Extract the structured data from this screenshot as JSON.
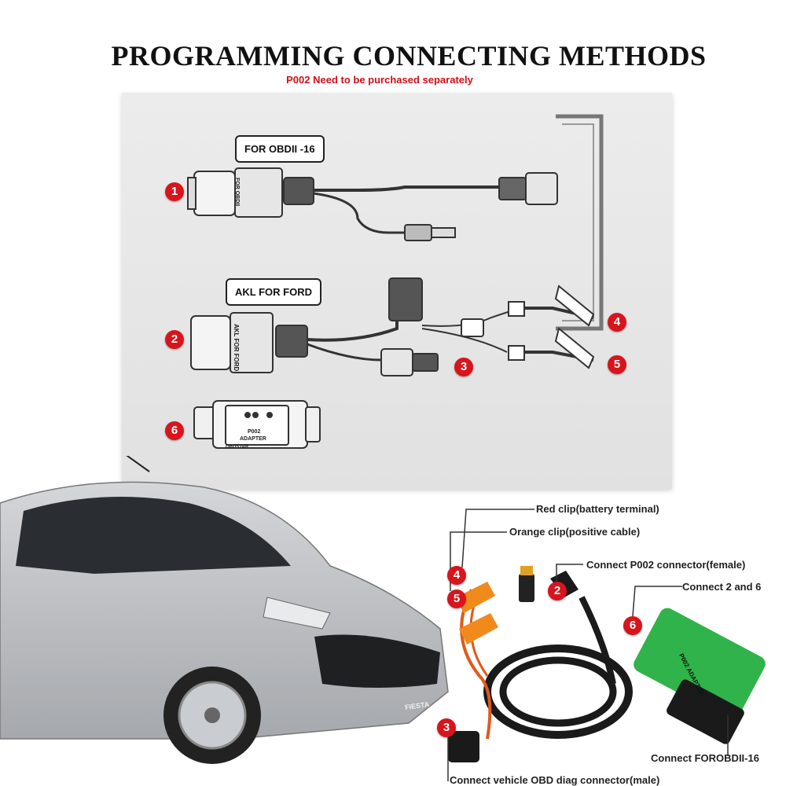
{
  "header": {
    "title": "PROGRAMMING CONNECTING METHODS",
    "subtitle": "P002 Need to be purchased separately"
  },
  "diagram": {
    "callouts": {
      "obdii": "FOR OBDII -16",
      "akl": "AKL FOR FORD"
    },
    "connector_text": {
      "obdii_side": "FOR OBDII",
      "akl_side": "AKL FOR FORD",
      "adapter_name": "P002",
      "adapter_sub": "ADAPTER",
      "brand": "OBDSTAR"
    },
    "badges": {
      "b1": "1",
      "b2": "2",
      "b3": "3",
      "b4": "4",
      "b5": "5",
      "b6": "6"
    }
  },
  "photo": {
    "car_badge": "FIESTA",
    "adapter_text": "P002 ADAPTER",
    "labels": {
      "red_clip": "Red clip(battery terminal)",
      "orange_clip": "Orange clip(positive cable)",
      "p002_connector": "Connect P002 connector(female)",
      "connect_2_6": "Connect 2 and 6",
      "connect_obdii": "Connect FOROBDII-16",
      "connect_vehicle": "Connect vehicle OBD diag connector(male)"
    },
    "badges": {
      "b4": "4",
      "b5": "5",
      "b2": "2",
      "b6": "6",
      "b3": "3"
    }
  },
  "colors": {
    "badge": "#d8141c",
    "adapter_green": "#2fb34a",
    "car_silver": "#b9bcc0",
    "clip_orange": "#f08a1c",
    "subtitle_red": "#d0101a"
  }
}
